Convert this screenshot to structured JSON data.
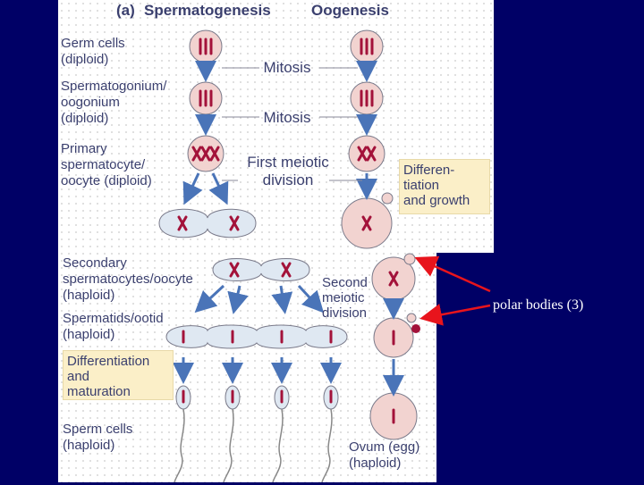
{
  "headings": {
    "panel": "(a)",
    "spermatogenesis": "Spermatogenesis",
    "oogenesis": "Oogenesis"
  },
  "labels": {
    "germ_cells": [
      "Germ cells",
      "(diploid)"
    ],
    "spermatogonium": [
      "Spermatogonium/",
      "oogonium",
      "(diploid)"
    ],
    "primary": [
      "Primary",
      "spermatocyte/",
      "oocyte (diploid)"
    ],
    "secondary": [
      "Secondary",
      "spermatocytes/oocyte",
      "(haploid)"
    ],
    "spermatids": [
      "Spermatids/ootid",
      "(haploid)"
    ],
    "sperm": [
      "Sperm cells",
      "(haploid)"
    ],
    "ovum": [
      "Ovum (egg)",
      "(haploid)"
    ]
  },
  "steps": {
    "mitosis_1": "Mitosis",
    "mitosis_2": "Mitosis",
    "first_meiotic": [
      "First meiotic",
      "division"
    ],
    "second_meiotic": [
      "Second",
      "meiotic",
      "division"
    ]
  },
  "boxes": {
    "differentiation_growth": [
      "Differen-",
      "tiation",
      "and growth"
    ],
    "differentiation_maturation": [
      "Differentiation",
      "and",
      "maturation"
    ]
  },
  "annotation": "polar bodies (3)",
  "colors": {
    "background": "#000066",
    "cell_fill": "#f2d3d0",
    "cell_blue": "#dfe8f2",
    "chromosome": "#a3123a",
    "arrow": "#4a74b8",
    "pointer": "#e8141c",
    "box_fill": "#fbefc8"
  }
}
